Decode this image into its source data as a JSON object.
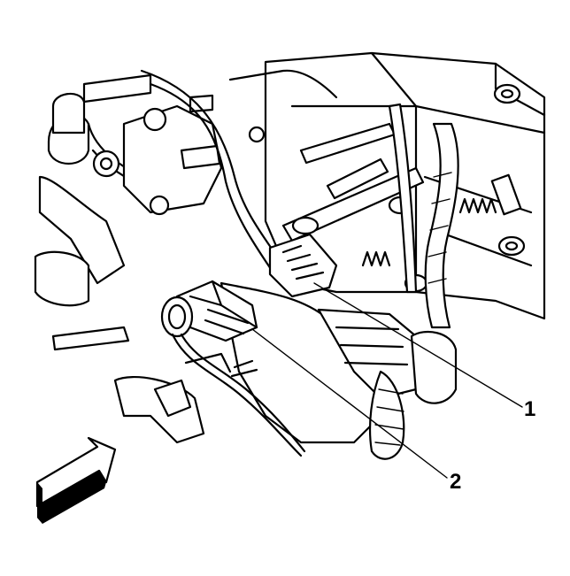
{
  "diagram": {
    "callouts": [
      {
        "id": "1",
        "label": "1"
      },
      {
        "id": "2",
        "label": "2"
      }
    ]
  },
  "colors": {
    "line": "#000000",
    "background": "#ffffff"
  },
  "icons": {
    "direction_arrow": "forward-arrow-icon"
  }
}
